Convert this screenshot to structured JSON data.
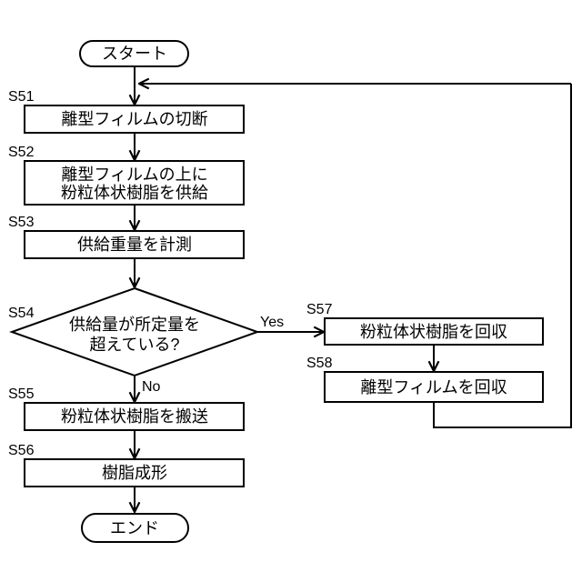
{
  "flow": {
    "title_hint": "process-flowchart",
    "colors": {
      "line": "#000000",
      "background": "#ffffff"
    },
    "start": "スタート",
    "end": "エンド",
    "yes": "Yes",
    "no": "No",
    "steps": {
      "s51": {
        "id": "S51",
        "label": "離型フィルムの切断"
      },
      "s52": {
        "id": "S52",
        "line1": "離型フィルムの上に",
        "line2": "粉粒体状樹脂を供給"
      },
      "s53": {
        "id": "S53",
        "label": "供給重量を計測"
      },
      "s54": {
        "id": "S54",
        "line1": "供給量が所定量を",
        "line2": "超えている?"
      },
      "s55": {
        "id": "S55",
        "label": "粉粒体状樹脂を搬送"
      },
      "s56": {
        "id": "S56",
        "label": "樹脂成形"
      },
      "s57": {
        "id": "S57",
        "label": "粉粒体状樹脂を回収"
      },
      "s58": {
        "id": "S58",
        "label": "離型フィルムを回収"
      }
    }
  }
}
